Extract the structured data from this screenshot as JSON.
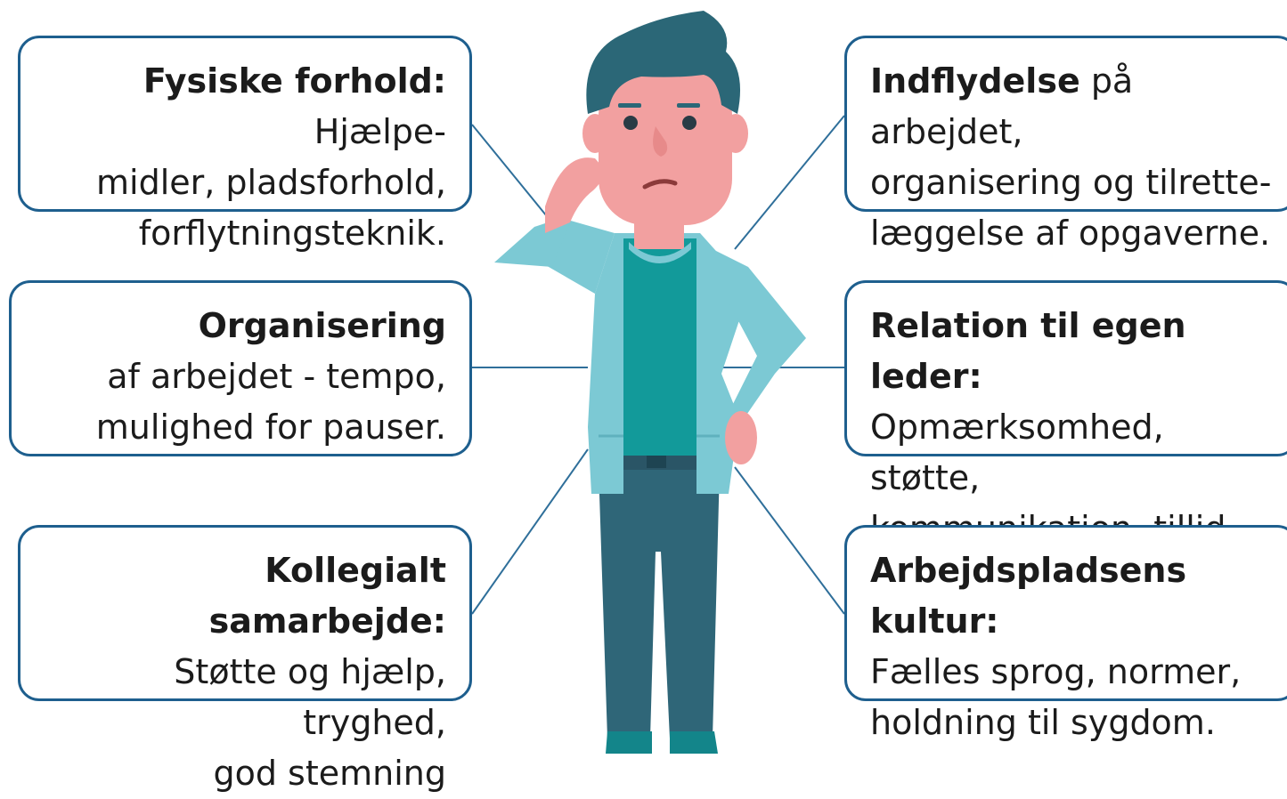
{
  "boxes": {
    "top_left": {
      "title": "Fysiske forhold:",
      "line1": "Hjælpe-",
      "line2": "midler, pladsforhold,",
      "line3": "forflytningsteknik."
    },
    "mid_left": {
      "title": "Organisering",
      "line1": "af arbejdet - tempo,",
      "line2": "mulighed for pauser."
    },
    "bottom_left": {
      "title": "Kollegialt samarbejde:",
      "line1": "Støtte og hjælp, tryghed,",
      "line2": "god stemning"
    },
    "top_right": {
      "title": "Indflydelse",
      "line1": "på arbejdet,",
      "line2": "organisering og tilrette-",
      "line3": "læggelse af opgaverne."
    },
    "mid_right": {
      "title": "Relation til egen leder:",
      "line1": "Opmærksomhed, støtte,",
      "line2": "kommunikation, tillid."
    },
    "bottom_right": {
      "title": "Arbejdspladsens kultur:",
      "line1": "Fælles sprog, normer,",
      "line2": "holdning til sygdom."
    }
  },
  "colors": {
    "box_border": "#1e5f8e",
    "connector": "#2f6f9a",
    "hair": "#2b6777",
    "skin": "#f2a0a0",
    "jacket": "#7cc9d4",
    "shirt": "#129a9a",
    "pants": "#2f6678",
    "shoes": "#13858a"
  },
  "icons": [
    "thinking-person-illustration"
  ]
}
